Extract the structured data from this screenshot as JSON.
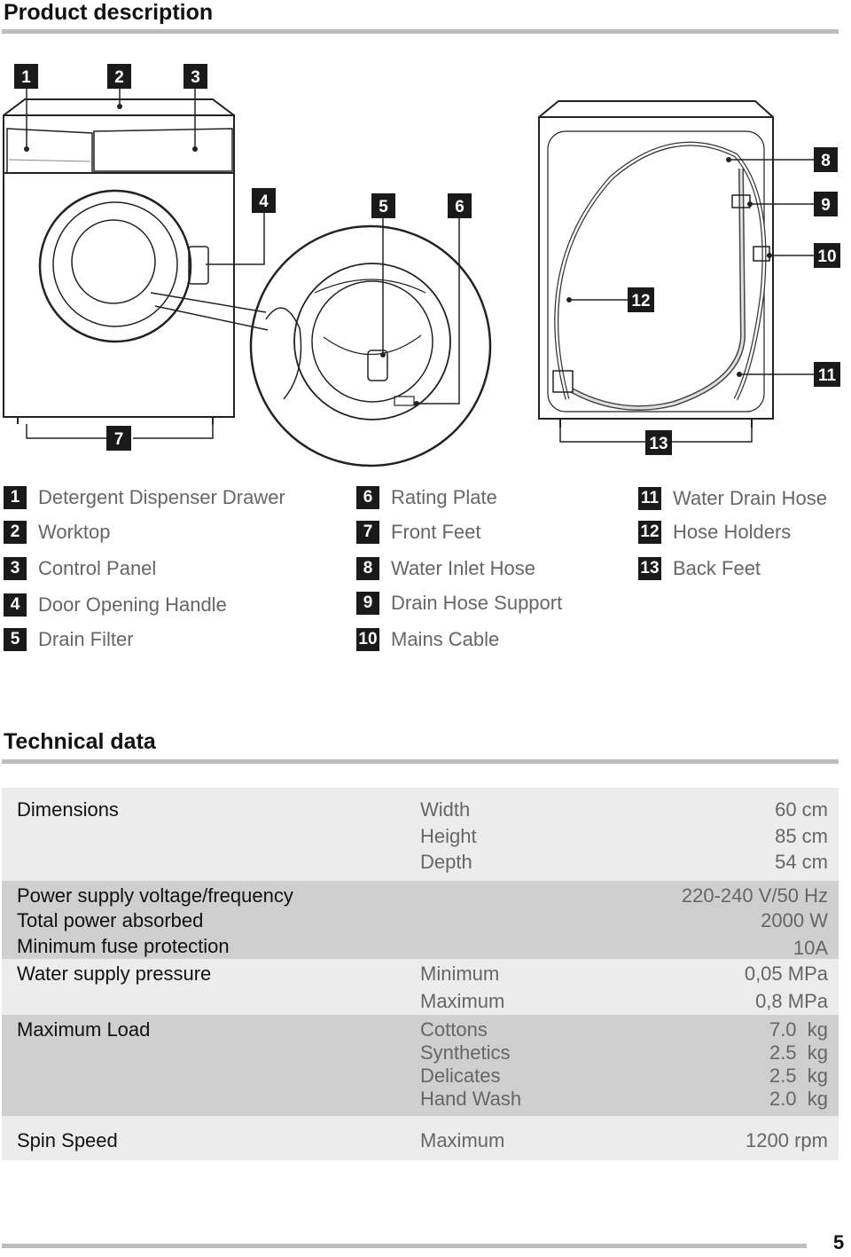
{
  "product_section": {
    "title": "Product description"
  },
  "callouts": [
    "1",
    "2",
    "3",
    "4",
    "5",
    "6",
    "7",
    "8",
    "9",
    "10",
    "11",
    "12",
    "13"
  ],
  "legend": [
    {
      "num": "1",
      "label": "Detergent Dispenser Drawer"
    },
    {
      "num": "2",
      "label": "Worktop"
    },
    {
      "num": "3",
      "label": "Control Panel"
    },
    {
      "num": "4",
      "label": "Door Opening Handle"
    },
    {
      "num": "5",
      "label": "Drain Filter"
    },
    {
      "num": "6",
      "label": "Rating Plate"
    },
    {
      "num": "7",
      "label": "Front Feet"
    },
    {
      "num": "8",
      "label": "Water Inlet Hose"
    },
    {
      "num": "9",
      "label": "Drain Hose Support"
    },
    {
      "num": "10",
      "label": "Mains Cable"
    },
    {
      "num": "11",
      "label": "Water Drain Hose"
    },
    {
      "num": "12",
      "label": "Hose Holders"
    },
    {
      "num": "13",
      "label": "Back Feet"
    }
  ],
  "technical_section": {
    "title": "Technical data"
  },
  "technical_data": [
    {
      "label": "Dimensions",
      "rows": [
        {
          "sub": "Width",
          "value": "60 cm"
        },
        {
          "sub": "Height",
          "value": "85 cm"
        },
        {
          "sub": "Depth",
          "value": "54 cm"
        }
      ]
    },
    {
      "label": "Power supply voltage/frequency",
      "rows": [
        {
          "sub": "",
          "value": "220-240 V/50 Hz"
        }
      ]
    },
    {
      "label": "Total power absorbed",
      "rows": [
        {
          "sub": "",
          "value": "2000 W"
        }
      ]
    },
    {
      "label": "Minimum fuse protection",
      "rows": [
        {
          "sub": "",
          "value": "10A"
        }
      ]
    },
    {
      "label": "Water supply pressure",
      "rows": [
        {
          "sub": "Minimum",
          "value": "0,05 MPa"
        },
        {
          "sub": "Maximum",
          "value": "0,8 MPa"
        }
      ]
    },
    {
      "label": "Maximum Load",
      "rows": [
        {
          "sub": "Cottons",
          "value": "7.0  kg"
        },
        {
          "sub": "Synthetics",
          "value": "2.5  kg"
        },
        {
          "sub": "Delicates",
          "value": "2.5  kg"
        },
        {
          "sub": "Hand Wash",
          "value": "2.0  kg"
        }
      ]
    },
    {
      "label": "Spin Speed",
      "rows": [
        {
          "sub": "Maximum",
          "value": "1200 rpm"
        }
      ]
    }
  ],
  "page_number": "5"
}
